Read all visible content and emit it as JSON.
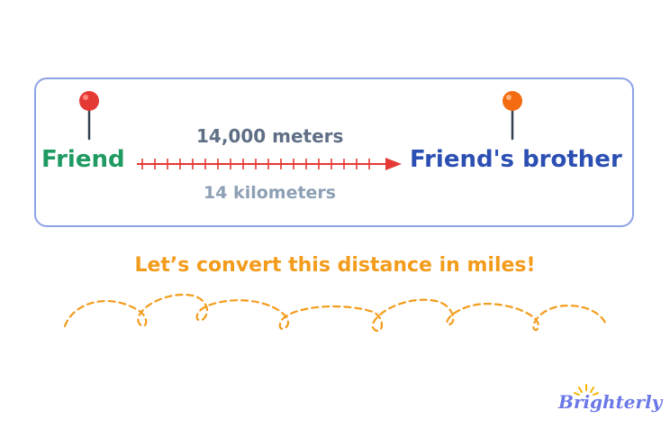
{
  "labels": {
    "from": "Friend",
    "to": "Friend's brother",
    "distance_meters": "14,000 meters",
    "distance_km": "14 kilometers"
  },
  "prompt": "Let’s convert this distance in miles!",
  "brand": "Brighterly",
  "icons": {
    "left_pin": "red-map-pin-icon",
    "right_pin": "orange-map-pin-icon",
    "arrow": "red-ruler-arrow-icon"
  },
  "colors": {
    "card_border": "#8ea2e6",
    "friend": "#1f9a63",
    "brother": "#2b4fb3",
    "meters": "#5f6f86",
    "km": "#8da0b5",
    "arrow": "#e53935",
    "title": "#f39c1c",
    "brand": "#6c78e8"
  }
}
